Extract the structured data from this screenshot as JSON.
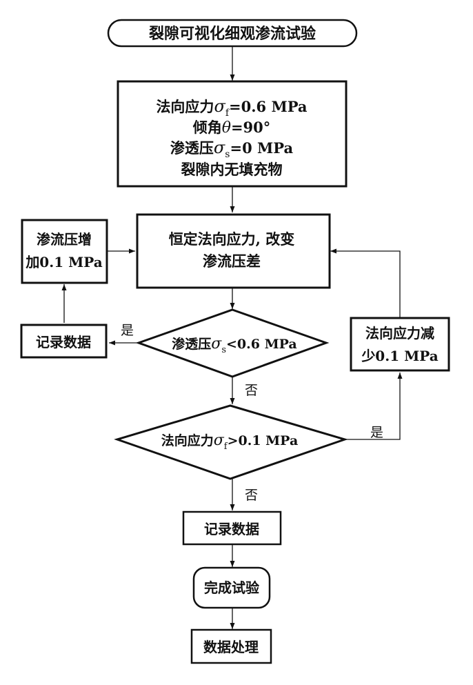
{
  "diagram": {
    "type": "flowchart",
    "nodes": {
      "start": {
        "text": "裂隙可视化细观渗流试验",
        "shape": "terminator"
      },
      "init": {
        "lines": [
          {
            "prefix": "法向应力",
            "symbol": "σ",
            "sub": "f",
            "suffix": "=0.6 MPa"
          },
          {
            "prefix": "倾角",
            "symbol": "θ",
            "sub": "",
            "suffix": "=90°"
          },
          {
            "prefix": "渗透压",
            "symbol": "σ",
            "sub": "s",
            "suffix": "=0 MPa"
          },
          {
            "prefix": "裂隙内无填充物",
            "symbol": "",
            "sub": "",
            "suffix": ""
          }
        ],
        "shape": "process"
      },
      "constant": {
        "line1": "恒定法向应力, 改变",
        "line2": "渗流压差",
        "shape": "process"
      },
      "increase": {
        "line1": "渗流压增",
        "line2": "加0.1 MPa",
        "shape": "process"
      },
      "record1": {
        "text": "记录数据",
        "shape": "process"
      },
      "decision1": {
        "prefix": "渗透压",
        "symbol": "σ",
        "sub": "s",
        "suffix": "<0.6 MPa",
        "shape": "decision"
      },
      "decrease": {
        "line1": "法向应力减",
        "line2": "少0.1 MPa",
        "shape": "process"
      },
      "decision2": {
        "prefix": "法向应力",
        "symbol": "σ",
        "sub": "f",
        "suffix": ">0.1 MPa",
        "shape": "decision"
      },
      "record2": {
        "text": "记录数据",
        "shape": "process"
      },
      "finish": {
        "text": "完成试验",
        "shape": "terminator"
      },
      "process": {
        "text": "数据处理",
        "shape": "process"
      }
    },
    "edge_labels": {
      "d1_yes": "是",
      "d1_no": "否",
      "d2_yes": "是",
      "d2_no": "否"
    },
    "edges": [
      {
        "from": "start",
        "to": "init"
      },
      {
        "from": "init",
        "to": "constant"
      },
      {
        "from": "constant",
        "to": "decision1"
      },
      {
        "from": "decision1",
        "to": "record1",
        "label": "是"
      },
      {
        "from": "record1",
        "to": "increase"
      },
      {
        "from": "increase",
        "to": "constant"
      },
      {
        "from": "decision1",
        "to": "decision2",
        "label": "否"
      },
      {
        "from": "decision2",
        "to": "decrease",
        "label": "是"
      },
      {
        "from": "decrease",
        "to": "constant"
      },
      {
        "from": "decision2",
        "to": "record2",
        "label": "否"
      },
      {
        "from": "record2",
        "to": "finish"
      },
      {
        "from": "finish",
        "to": "process"
      }
    ]
  }
}
